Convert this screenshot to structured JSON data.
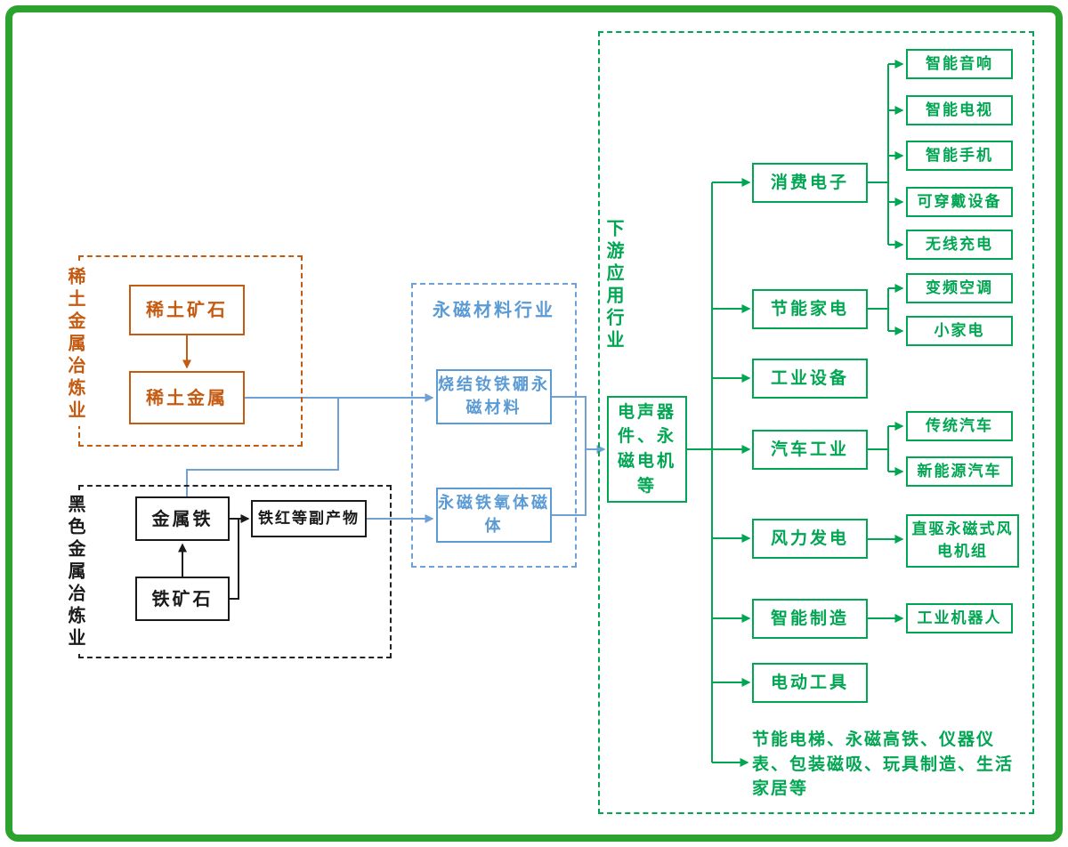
{
  "colors": {
    "frame_green": "#2BA32E",
    "rare_earth_orange": "#C55A11",
    "ferrous_black": "#1A1A1A",
    "magnet_blue": "#5B9BD5",
    "downstream_green": "#00A652"
  },
  "rare_earth": {
    "group_label": "稀土金属冶炼业",
    "ore": "稀土矿石",
    "metal": "稀土金属"
  },
  "ferrous": {
    "group_label": "黑色金属冶炼业",
    "iron": "金属铁",
    "byproduct": "铁红等副产物",
    "iron_ore": "铁矿石"
  },
  "magnet": {
    "group_title": "永磁材料行业",
    "ndfeb": "烧结钕铁硼永磁材料",
    "ferrite": "永磁铁氧体磁体"
  },
  "downstream": {
    "group_label": "下游应用行业",
    "hub": "电声器件、永磁电机等",
    "categories": [
      {
        "label": "消费电子"
      },
      {
        "label": "节能家电"
      },
      {
        "label": "工业设备"
      },
      {
        "label": "汽车工业"
      },
      {
        "label": "风力发电"
      },
      {
        "label": "智能制造"
      },
      {
        "label": "电动工具"
      },
      {
        "label": "节能电梯、永磁高铁、仪器仪表、包装磁吸、玩具制造、生活家居等"
      }
    ],
    "leaves": {
      "consumer": [
        "智能音响",
        "智能电视",
        "智能手机",
        "可穿戴设备",
        "无线充电"
      ],
      "appliance": [
        "变频空调",
        "小家电"
      ],
      "auto": [
        "传统汽车",
        "新能源汽车"
      ],
      "wind": [
        "直驱永磁式风电机组"
      ],
      "manufacturing": [
        "工业机器人"
      ]
    }
  }
}
